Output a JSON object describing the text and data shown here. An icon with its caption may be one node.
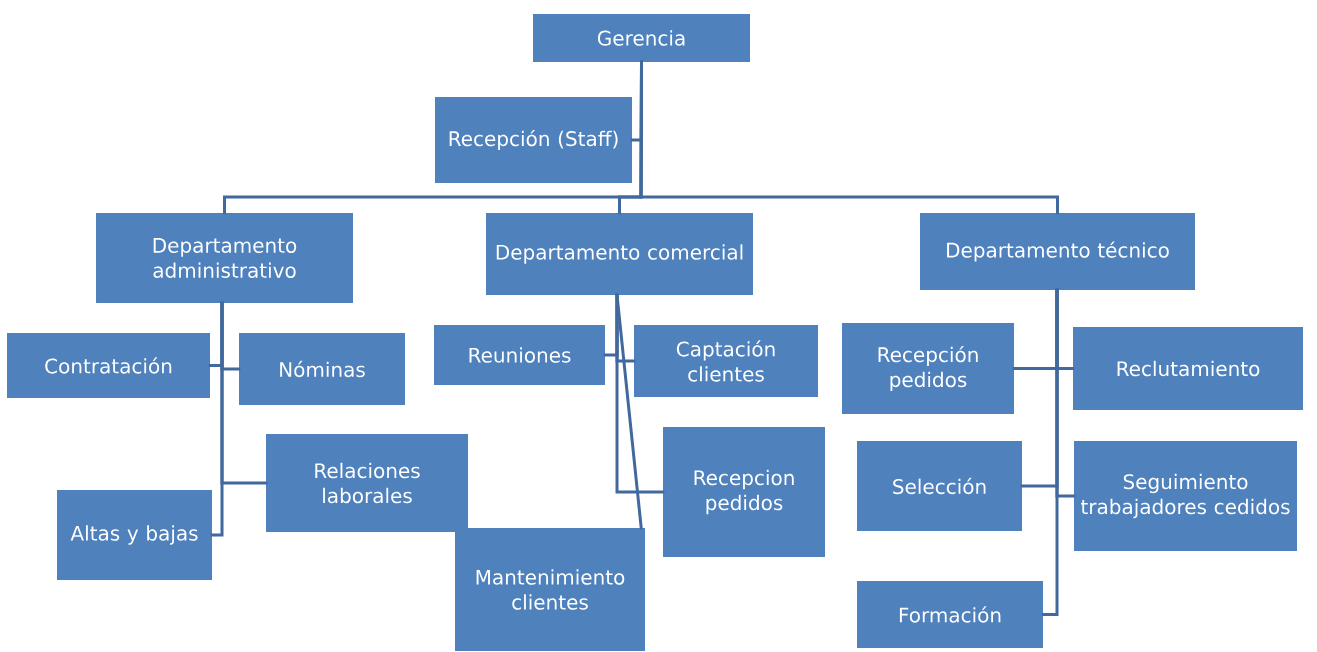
{
  "diagram": {
    "nodes": [
      {
        "text": [
          "Gerencia"
        ]
      },
      {
        "text": [
          "Recepción (Staff)"
        ]
      },
      {
        "text": [
          "Departamento administrativo"
        ]
      },
      {
        "text": [
          "Departamento comercial"
        ]
      },
      {
        "text": [
          "Departamento técnico"
        ]
      },
      {
        "text": [
          "Contratación"
        ]
      },
      {
        "text": [
          "Nóminas"
        ]
      },
      {
        "text": [
          "Relaciones laborales"
        ]
      },
      {
        "text": [
          "Altas y bajas"
        ]
      },
      {
        "text": [
          "Reuniones"
        ]
      },
      {
        "text": [
          "Captación clientes"
        ]
      },
      {
        "text": [
          "Recepcion pedidos"
        ]
      },
      {
        "text": [
          "Mantenimiento clientes"
        ]
      },
      {
        "text": [
          "Recepción pedidos"
        ]
      },
      {
        "text": [
          "Reclutamiento"
        ]
      },
      {
        "text": [
          "Selección"
        ]
      },
      {
        "text": [
          "Seguimiento trabajadores cedidos"
        ]
      },
      {
        "text": [
          "Formación"
        ]
      }
    ],
    "edges": [
      {
        "from": 0,
        "to": 1,
        "arrow": "none"
      },
      {
        "from": 0,
        "to": 2,
        "arrow": "none"
      },
      {
        "from": 0,
        "to": 3,
        "arrow": "none"
      },
      {
        "from": 0,
        "to": 4,
        "arrow": "none"
      },
      {
        "from": 2,
        "to": 5,
        "arrow": "none"
      },
      {
        "from": 2,
        "to": 6,
        "arrow": "none"
      },
      {
        "from": 2,
        "to": 7,
        "arrow": "none"
      },
      {
        "from": 2,
        "to": 8,
        "arrow": "none"
      },
      {
        "from": 3,
        "to": 9,
        "arrow": "none"
      },
      {
        "from": 3,
        "to": 10,
        "arrow": "none"
      },
      {
        "from": 3,
        "to": 11,
        "arrow": "none"
      },
      {
        "from": 3,
        "to": 12,
        "arrow": "none"
      },
      {
        "from": 4,
        "to": 13,
        "arrow": "none"
      },
      {
        "from": 4,
        "to": 14,
        "arrow": "none"
      },
      {
        "from": 4,
        "to": 15,
        "arrow": "none"
      },
      {
        "from": 4,
        "to": 16,
        "arrow": "none"
      },
      {
        "from": 4,
        "to": 17,
        "arrow": "none"
      }
    ]
  }
}
